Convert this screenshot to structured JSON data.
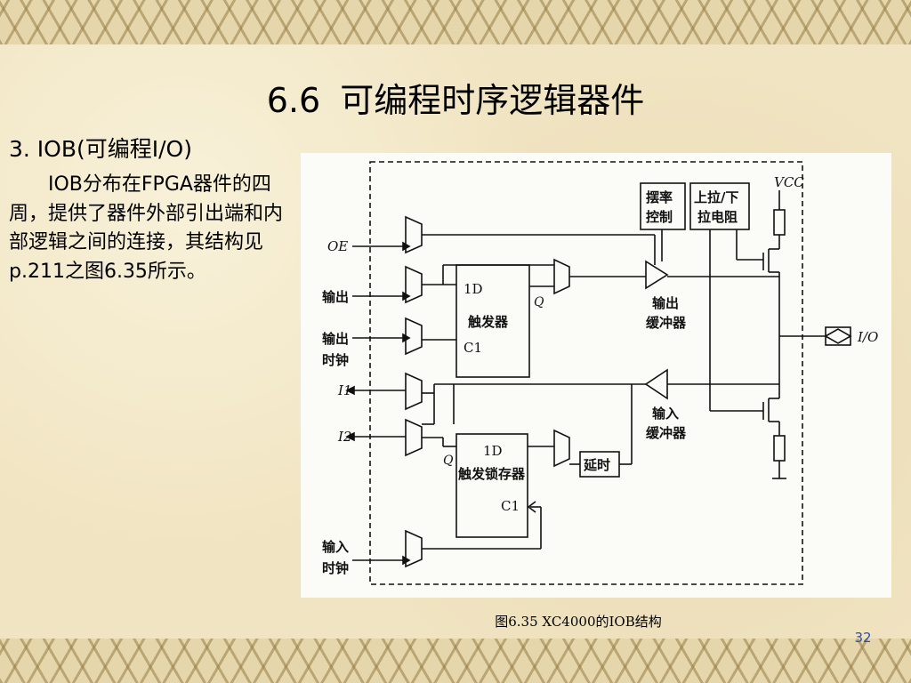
{
  "slide": {
    "title_num": "6.6",
    "title_text": "可编程时序逻辑器件",
    "heading": "3. IOB(可编程I/O)",
    "paragraph": "IOB分布在FPGA器件的四周，提供了器件外部引出端和内部逻辑之间的连接，其结构见p.211之图6.35所示。",
    "page_number": "32"
  },
  "figure": {
    "caption": "图6.35  XC4000的IOB结构",
    "labels": {
      "oe": "OE",
      "out": [
        "输出"
      ],
      "out_clk": [
        "输出",
        "时钟"
      ],
      "i1": "I1",
      "i2": "I2",
      "in_clk": [
        "输入",
        "时钟"
      ],
      "slew": [
        "摆率",
        "控制"
      ],
      "pull": [
        "上拉/下",
        "拉电阻"
      ],
      "vcc": "VCC",
      "ff_d": "1D",
      "ff_name": "触发器",
      "ff_q": "Q",
      "ff_c": "C1",
      "latch_d": "1D",
      "latch_name": "触发锁存器",
      "latch_q": "Q",
      "latch_c": "C1",
      "delay": "延时",
      "out_buf": [
        "输出",
        "缓冲器"
      ],
      "in_buf": [
        "输入",
        "缓冲器"
      ],
      "io": "I/O"
    }
  },
  "colors": {
    "line": "#111111",
    "page_number": "#2a4fb0"
  }
}
